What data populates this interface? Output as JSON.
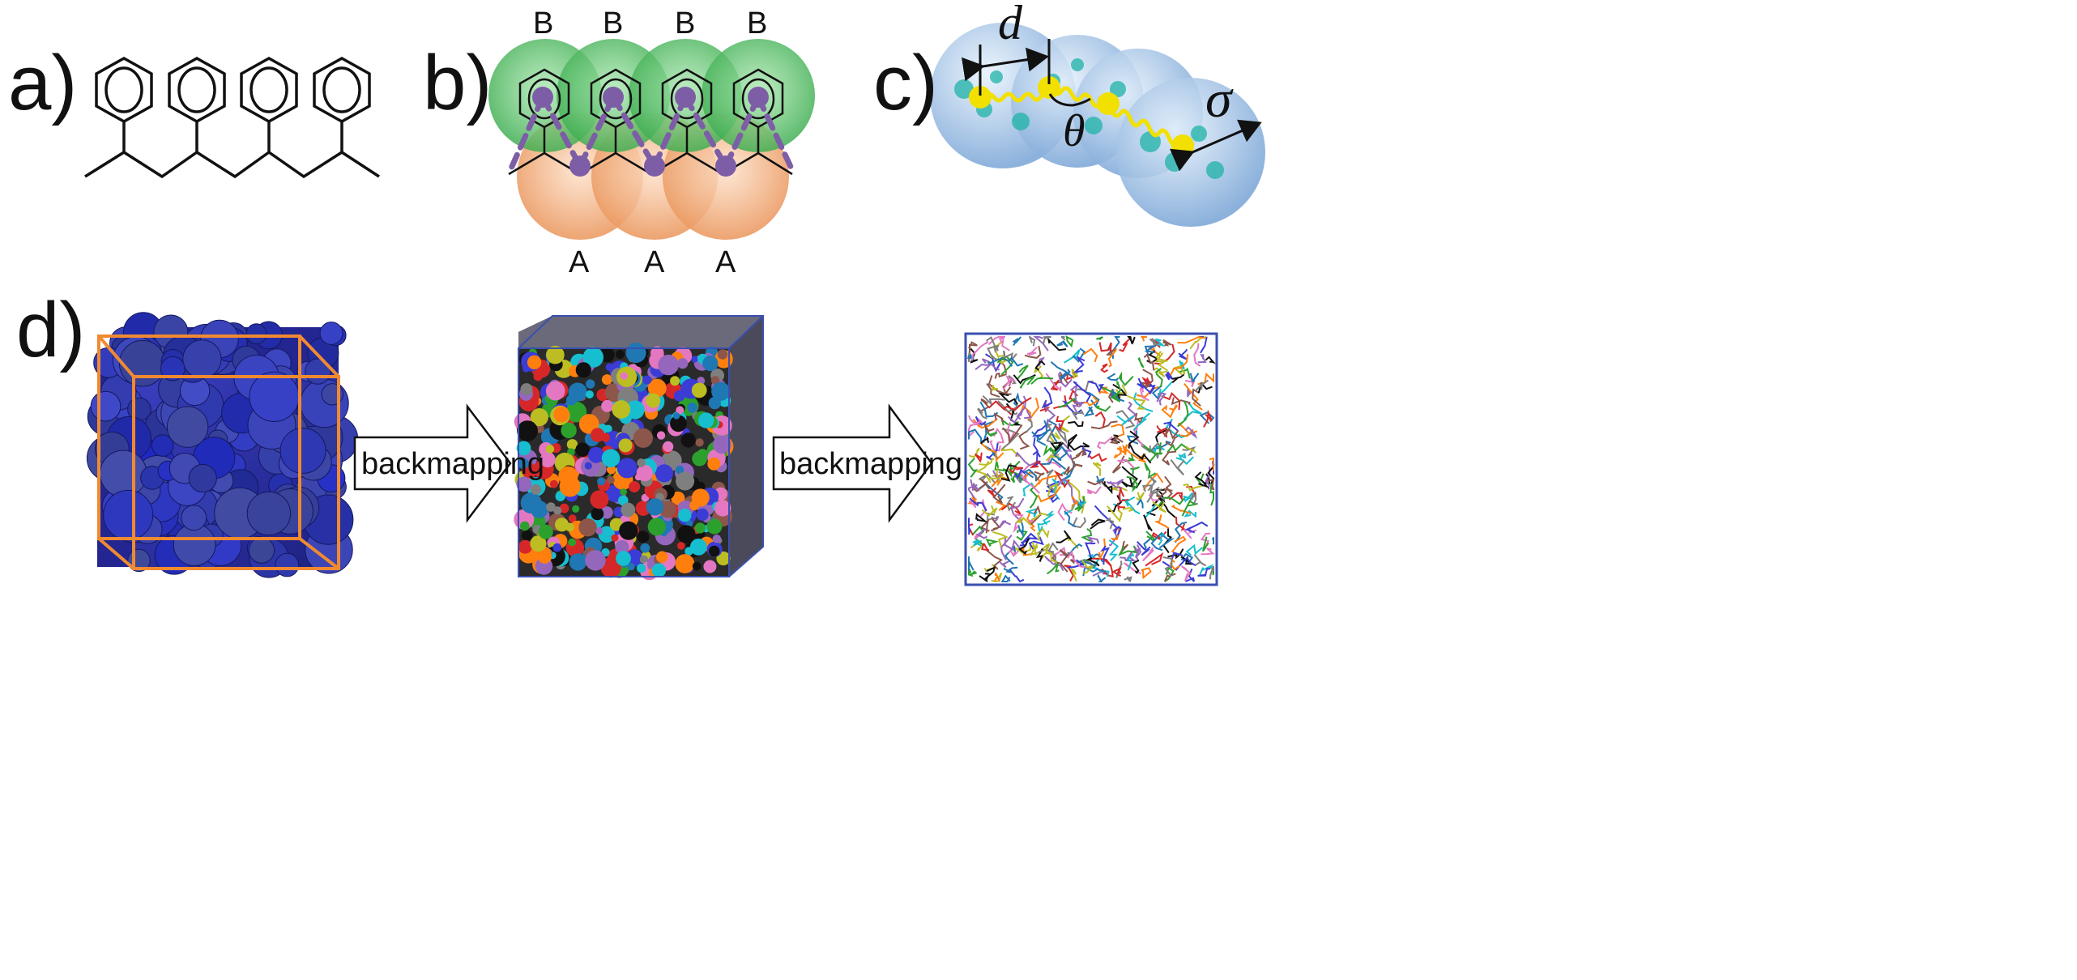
{
  "panels": {
    "a": {
      "letter": "a)"
    },
    "b": {
      "letter": "b)",
      "top_labels": [
        "B",
        "B",
        "B",
        "B"
      ],
      "bottom_labels": [
        "A",
        "A",
        "A"
      ]
    },
    "c": {
      "letter": "c)",
      "bond_length": "d",
      "bond_angle": "θ",
      "bead_size": "σ"
    },
    "d": {
      "letter": "d)",
      "arrows": [
        "backmapping",
        "backmapping"
      ]
    }
  },
  "colors": {
    "line": "#111111",
    "b_bead": "#5cc46a",
    "a_bead": "#f0a878",
    "bond": "#7d5ea6",
    "cg_sphere": "#9fc4e8",
    "cg_chain": "#f2e000",
    "box_blue": "#2a2ea3",
    "box_edge": "#f08a30"
  }
}
